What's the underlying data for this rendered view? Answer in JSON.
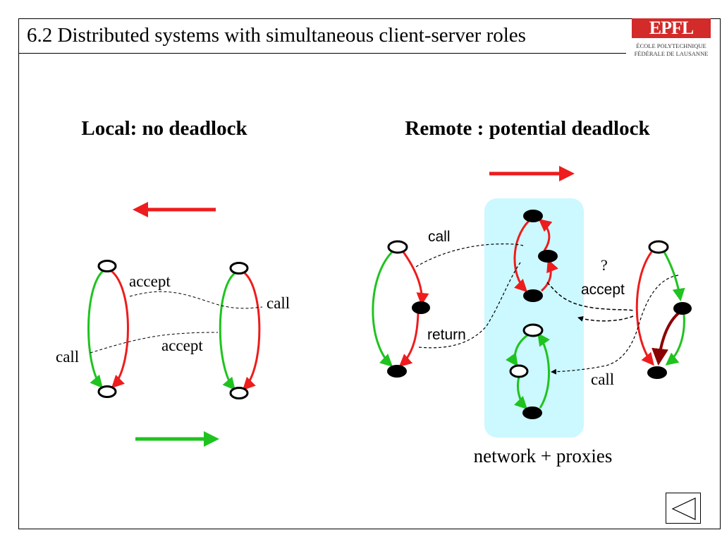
{
  "slide": {
    "title": "6.2  Distributed systems with simultaneous client-server roles"
  },
  "logo": {
    "mark": "EPFL",
    "line1": "ÉCOLE POLYTECHNIQUE",
    "line2": "FÉDÉRALE DE LAUSANNE"
  },
  "colors": {
    "red": "#ee1c1c",
    "green": "#1fc31f",
    "dark_red": "#8b0000",
    "network_bg": "#ccf8ff"
  },
  "local": {
    "heading": "Local: no deadlock",
    "labels": {
      "accept_top": "accept",
      "call_right": "call",
      "accept_mid": "accept",
      "call_left": "call"
    }
  },
  "remote": {
    "heading": "Remote :  potential deadlock",
    "labels": {
      "call_top": "call",
      "return": "return",
      "question": "?",
      "accept": "accept",
      "call_bottom": "call"
    },
    "network_label": "network + proxies"
  },
  "nav": {
    "icon": "back-triangle-icon"
  }
}
